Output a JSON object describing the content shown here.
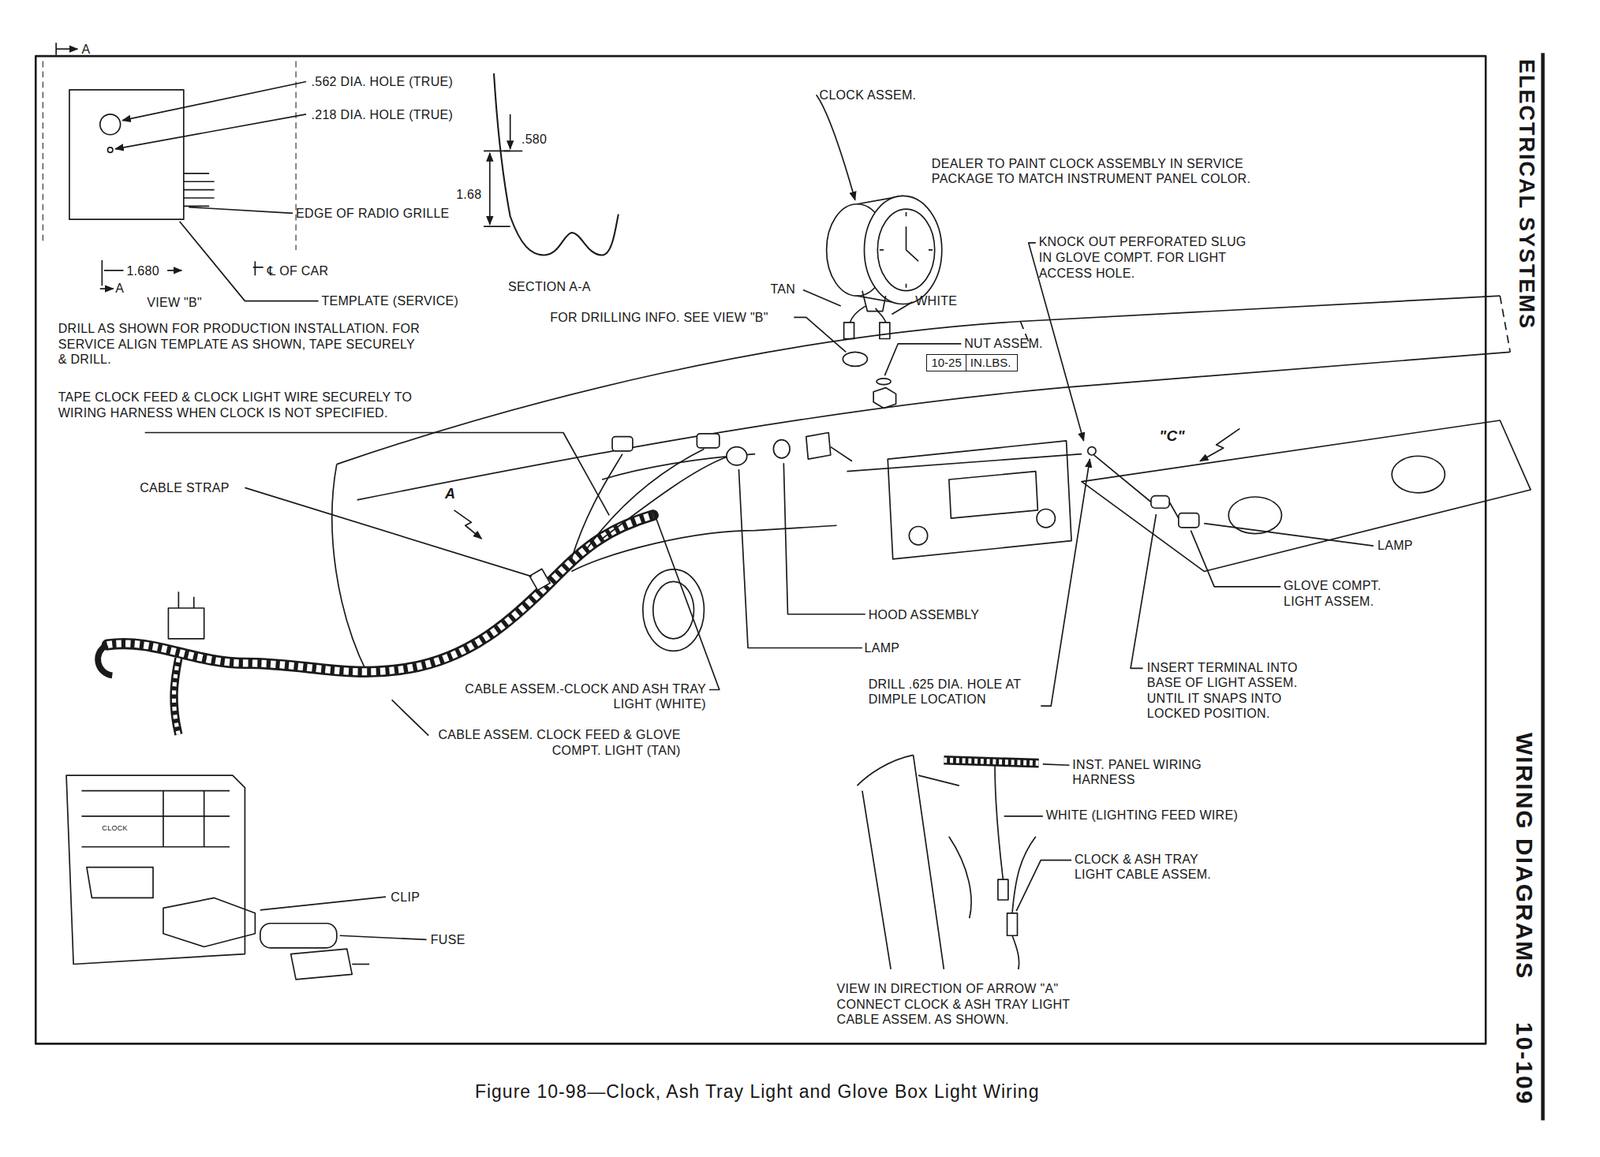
{
  "diagram": {
    "caption": "Figure 10-98—Clock, Ash Tray Light and Glove Box Light Wiring",
    "nodes": [
      {
        "text": [
          "10-25",
          "IN.LBS."
        ]
      }
    ],
    "labels": [
      "A",
      ".562 DIA. HOLE (TRUE)",
      ".218 DIA. HOLE (TRUE)",
      ".580",
      "1.68",
      "EDGE OF RADIO GRILLE",
      "1.680",
      "℄ OF CAR",
      "A",
      "VIEW \"B\"",
      "TEMPLATE (SERVICE)",
      "SECTION A-A",
      "DRILL AS SHOWN FOR PRODUCTION INSTALLATION. FOR SERVICE ALIGN TEMPLATE AS SHOWN, TAPE SECURELY & DRILL.",
      "TAPE CLOCK FEED & CLOCK LIGHT WIRE SECURELY TO WIRING HARNESS WHEN CLOCK IS NOT SPECIFIED.",
      "CLOCK ASSEM.",
      "DEALER TO PAINT CLOCK ASSEMBLY IN SERVICE PACKAGE TO MATCH INSTRUMENT PANEL COLOR.",
      "KNOCK OUT PERFORATED SLUG IN GLOVE COMPT. FOR LIGHT ACCESS HOLE.",
      "TAN",
      "WHITE",
      "FOR DRILLING INFO. SEE VIEW \"B\"",
      "NUT ASSEM.",
      "\"C\"",
      "CABLE STRAP",
      "A",
      "LAMP",
      "GLOVE COMPT. LIGHT ASSEM.",
      "HOOD ASSEMBLY",
      "LAMP",
      "CABLE ASSEM.-CLOCK AND ASH TRAY LIGHT (WHITE)",
      "CABLE ASSEM. CLOCK FEED & GLOVE COMPT. LIGHT (TAN)",
      "DRILL .625 DIA. HOLE AT DIMPLE LOCATION",
      "INSERT TERMINAL INTO BASE OF LIGHT ASSEM. UNTIL IT SNAPS INTO LOCKED POSITION.",
      "INST. PANEL WIRING HARNESS",
      "WHITE (LIGHTING FEED WIRE)",
      "CLOCK & ASH TRAY LIGHT CABLE ASSEM.",
      "CLOCK",
      "CLIP",
      "FUSE",
      "VIEW IN DIRECTION OF ARROW \"A\" CONNECT CLOCK & ASH TRAY LIGHT CABLE ASSEM. AS SHOWN.",
      "ELECTRICAL SYSTEMS",
      "WIRING DIAGRAMS",
      "10-109"
    ]
  }
}
